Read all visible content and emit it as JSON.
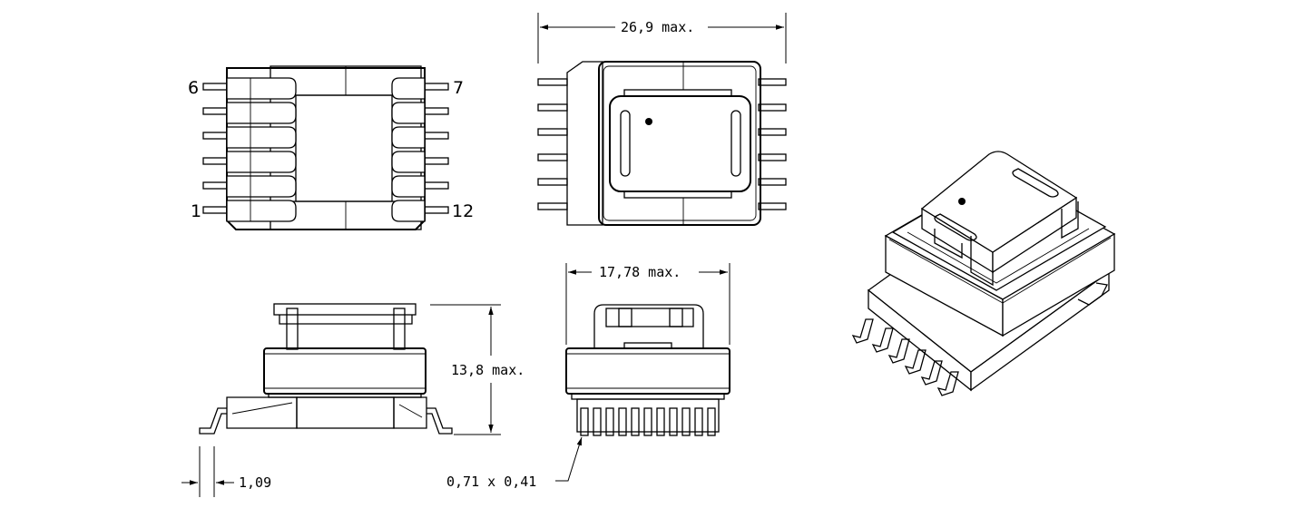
{
  "dimensions": {
    "length": "26,9 max.",
    "width": "17,78 max.",
    "height": "13,8 max.",
    "standoff": "1,09",
    "pin_section": "0,71 x 0,41"
  },
  "pins": {
    "top_left": "6",
    "top_right": "7",
    "bottom_left": "1",
    "bottom_right": "12"
  },
  "colors": {
    "line": "#000000",
    "background": "#ffffff"
  }
}
